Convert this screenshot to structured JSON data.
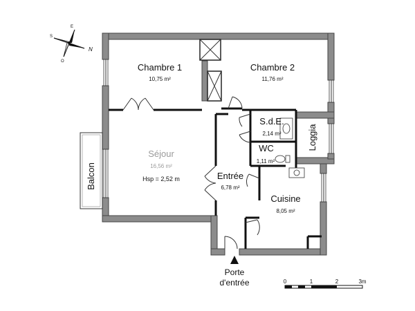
{
  "compass": {
    "north": "N",
    "east": "E",
    "south": "S",
    "west": "O"
  },
  "rooms": {
    "chambre1": {
      "name": "Chambre 1",
      "area": "10,75 m²"
    },
    "chambre2": {
      "name": "Chambre 2",
      "area": "11,76 m²"
    },
    "sde": {
      "name": "S.d.E.",
      "area": "2,14 m²"
    },
    "wc": {
      "name": "WC",
      "area": "1,11 m²"
    },
    "loggia": {
      "name": "Loggia"
    },
    "sejour": {
      "name": "Séjour",
      "area": "16,56 m²",
      "height": "Hsp = 2,52 m"
    },
    "balcon": {
      "name": "Balcon"
    },
    "entree": {
      "name": "Entrée",
      "area": "6,78 m²"
    },
    "cuisine": {
      "name": "Cuisine",
      "area": "8,05 m²"
    }
  },
  "entrance": {
    "line1": "Porte",
    "line2": "d'entrée"
  },
  "scale": {
    "ticks": [
      "0",
      "1",
      "2",
      "3m"
    ]
  }
}
